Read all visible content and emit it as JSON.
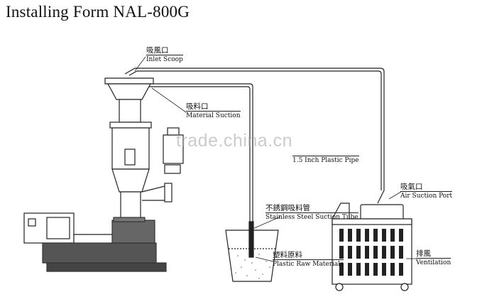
{
  "title": "Installing Form NAL-800G",
  "labels": {
    "inlet_scoop": {
      "cn": "吸風口",
      "en": "Inlet Scoop"
    },
    "material_suction": {
      "cn": "吸料口",
      "en": "Material Suction"
    },
    "plastic_pipe": {
      "en": "1.5 Inch Plastic Pipe"
    },
    "suction_tube": {
      "cn": "不銹鋼吸料管",
      "en": "Stainless Steel Suction Tube"
    },
    "raw_materials": {
      "cn": "塑料原料",
      "en": "Plastic Raw Materials"
    },
    "air_suction_port": {
      "cn": "吸氣口",
      "en": "Air Suction Port"
    },
    "ventilation": {
      "cn": "排風",
      "en": "Ventilation"
    }
  },
  "watermark": "trade.china.cn"
}
